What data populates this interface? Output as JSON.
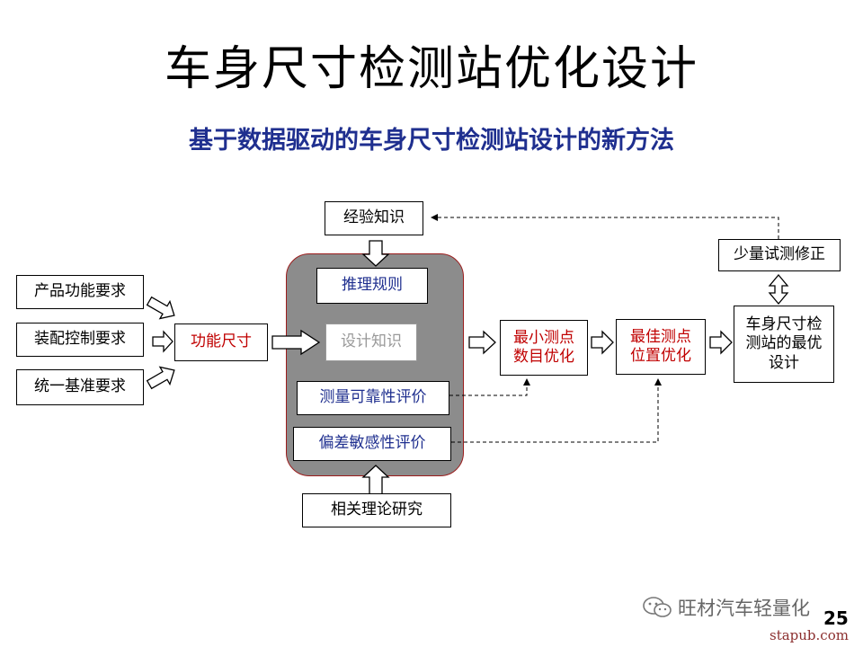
{
  "slide": {
    "title": "车身尺寸检测站优化设计",
    "subtitle": "基于数据驱动的车身尺寸检测站设计的新方法",
    "page_number": "25"
  },
  "diagram": {
    "requirements": [
      "产品功能要求",
      "装配控制要求",
      "统一基准要求"
    ],
    "functional_dimension": "功能尺寸",
    "experience_knowledge": "经验知识",
    "inference_rules": "推理规则",
    "design_knowledge": "设计知识",
    "measurement_reliability": "测量可靠性评价",
    "deviation_sensitivity": "偏差敏感性评价",
    "related_research": "相关理论研究",
    "min_points": "最小测点\n数目优化",
    "best_position": "最佳测点\n位置优化",
    "optimal_design": "车身尺寸检\n测站的最优\n设计",
    "trial_correction": "少量试测修正"
  },
  "watermark": {
    "text": "旺材汽车轻量化",
    "site": "stapub.com"
  },
  "colors": {
    "highlight_red": "#c00000",
    "navy": "#1f2f8f",
    "panel_grey": "#8c8c8c"
  }
}
